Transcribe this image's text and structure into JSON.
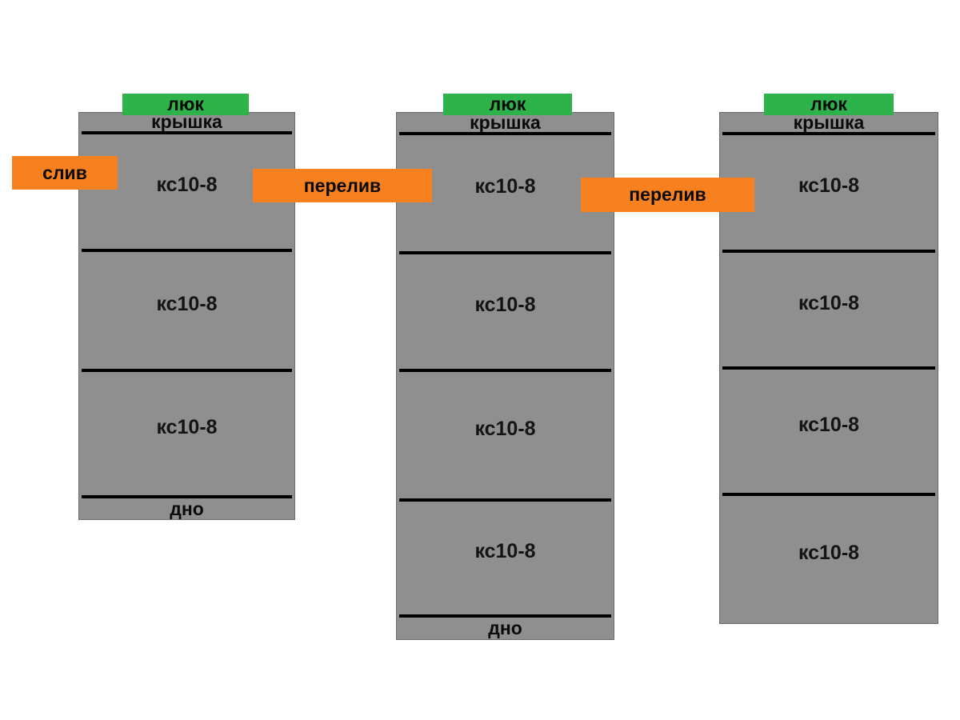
{
  "colors": {
    "tank_gray": "#8f8f8f",
    "tank_border": "#6d6d6d",
    "hatch_green": "#2eb24a",
    "label_orange": "#f6811e",
    "line_black": "#000000"
  },
  "wells": [
    {
      "id": "well-1",
      "hatch": "люк",
      "cover": "крышка",
      "rings": [
        "кс10-8",
        "кс10-8",
        "кс10-8"
      ],
      "bottom": "дно"
    },
    {
      "id": "well-2",
      "hatch": "люк",
      "cover": "крышка",
      "rings": [
        "кс10-8",
        "кс10-8",
        "кс10-8",
        "кс10-8"
      ],
      "bottom": "дно"
    },
    {
      "id": "well-3",
      "hatch": "люк",
      "cover": "крышка",
      "rings": [
        "кс10-8",
        "кс10-8",
        "кс10-8",
        "кс10-8"
      ]
    }
  ],
  "flow_labels": [
    {
      "text": "слив"
    },
    {
      "text": "перелив"
    },
    {
      "text": "перелив"
    }
  ]
}
